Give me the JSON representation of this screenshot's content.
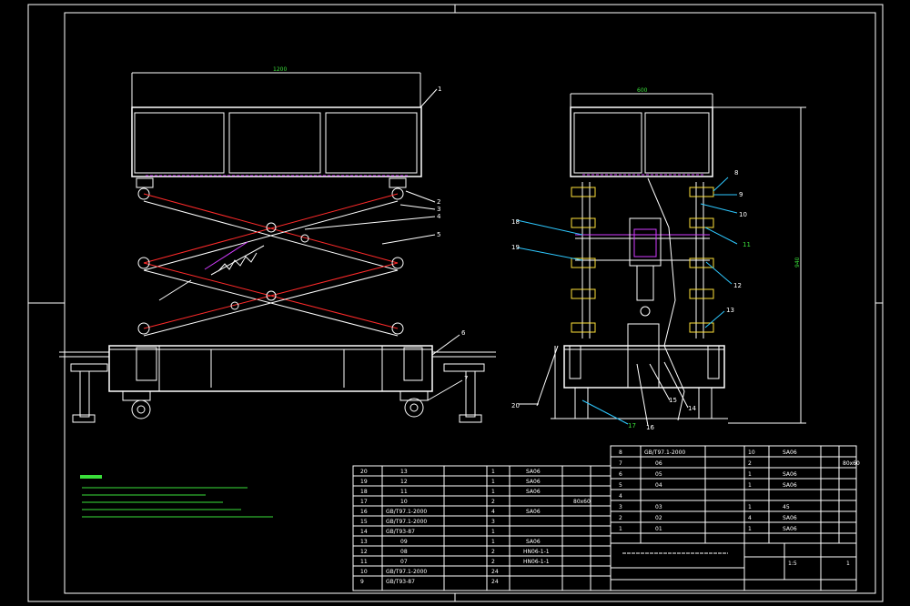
{
  "drawing": {
    "title_block_text": "",
    "notes_heading": "",
    "notes": [],
    "dimensions": {
      "left_width": "1200",
      "right_width": "600",
      "right_height": "940"
    },
    "balloons_left": [
      "1",
      "2",
      "3",
      "4",
      "5",
      "6",
      "7"
    ],
    "balloons_right": [
      "8",
      "9",
      "10",
      "11",
      "12",
      "13",
      "14",
      "15",
      "16",
      "17",
      "18",
      "19",
      "20"
    ],
    "parts_table_left": [
      {
        "no": "20",
        "code": "13",
        "qty": "1",
        "mat": "SA06"
      },
      {
        "no": "19",
        "code": "12",
        "qty": "1",
        "mat": "SA06"
      },
      {
        "no": "18",
        "code": "11",
        "qty": "1",
        "mat": "SA06"
      },
      {
        "no": "17",
        "code": "10",
        "qty": "2",
        "mat": "",
        "note": "80x60"
      },
      {
        "no": "16",
        "code": "GB/T97.1-2000",
        "qty": "4",
        "mat": "SA06"
      },
      {
        "no": "15",
        "code": "GB/T97.1-2000",
        "qty": "3",
        "mat": ""
      },
      {
        "no": "14",
        "code": "GB/T93-87",
        "qty": "1",
        "mat": ""
      },
      {
        "no": "13",
        "code": "09",
        "qty": "1",
        "mat": "SA06"
      },
      {
        "no": "12",
        "code": "08",
        "qty": "2",
        "mat": "HN06-1-1"
      },
      {
        "no": "11",
        "code": "07",
        "qty": "2",
        "mat": "HN06-1-1"
      },
      {
        "no": "10",
        "code": "GB/T97.1-2000",
        "qty": "24",
        "mat": ""
      },
      {
        "no": "9",
        "code": "GB/T93-87",
        "qty": "24",
        "mat": ""
      }
    ],
    "parts_table_right": [
      {
        "no": "8",
        "code": "GB/T97.1-2000",
        "qty": "10",
        "mat": "SA06"
      },
      {
        "no": "7",
        "code": "06",
        "qty": "2",
        "mat": ""
      },
      {
        "no": "6",
        "code": "05",
        "qty": "1",
        "mat": "SA06"
      },
      {
        "no": "5",
        "code": "04",
        "qty": "1",
        "mat": "SA06"
      },
      {
        "no": "4",
        "code": "",
        "qty": "",
        "mat": ""
      },
      {
        "no": "3",
        "code": "03",
        "qty": "1",
        "mat": "45"
      },
      {
        "no": "2",
        "code": "02",
        "qty": "4",
        "mat": "SA06"
      },
      {
        "no": "1",
        "code": "01",
        "qty": "1",
        "mat": "SA06"
      }
    ],
    "title_block": {
      "scale_label": "",
      "scale": "1:5",
      "sheet": "1",
      "note_right": "80x60"
    }
  },
  "colors": {
    "bg": "#000000",
    "line": "#ffffff",
    "red": "#ff2a2a",
    "magenta": "#d23cff",
    "cyan": "#2ec8ff",
    "green": "#3adf3a",
    "yellow": "#ffe23a"
  }
}
